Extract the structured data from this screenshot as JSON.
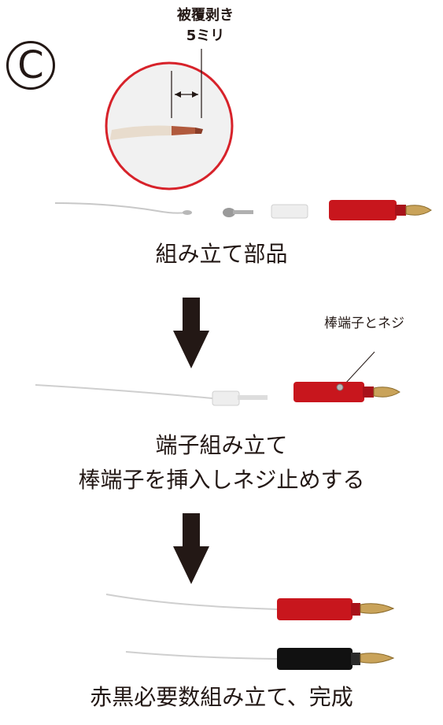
{
  "step_badge": "C",
  "strip_label": {
    "line1": "被覆剥き",
    "line2": "5ミリ"
  },
  "captions": {
    "parts": "組み立て部品",
    "step2_line1": "端子組み立て",
    "step2_line2": "棒端子を挿入しネジ止めする",
    "final": "赤黒必要数組み立て、完成"
  },
  "callout": "棒端子とネジ",
  "colors": {
    "text": "#231815",
    "zoom_circle": "#d7222a",
    "red_plug": "#c8161d",
    "black_plug": "#111111",
    "brass": "#c9a35a",
    "wire": "#e8e8e8",
    "arrow": "#231815"
  }
}
